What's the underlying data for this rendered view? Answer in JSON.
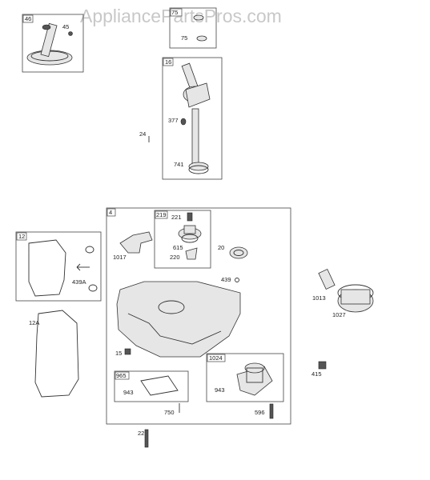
{
  "watermark": "AppliancePartsPros.com",
  "groups": {
    "g46": "46",
    "g75": "75",
    "g16": "16",
    "g4": "4",
    "g219": "219",
    "g12": "12",
    "g965": "965",
    "g1024": "1024"
  },
  "labels": {
    "l45": "45",
    "l75": "75",
    "l377": "377",
    "l24": "24",
    "l741": "741",
    "l221": "221",
    "l1017": "1017",
    "l615": "615",
    "l220": "220",
    "l20": "20",
    "l439": "439",
    "l439A": "439A",
    "l12A": "12A",
    "l15": "15",
    "l943a": "943",
    "l943b": "943",
    "l750": "750",
    "l596": "596",
    "l22": "22",
    "l1013": "1013",
    "l1027": "1027",
    "l415": "415"
  }
}
